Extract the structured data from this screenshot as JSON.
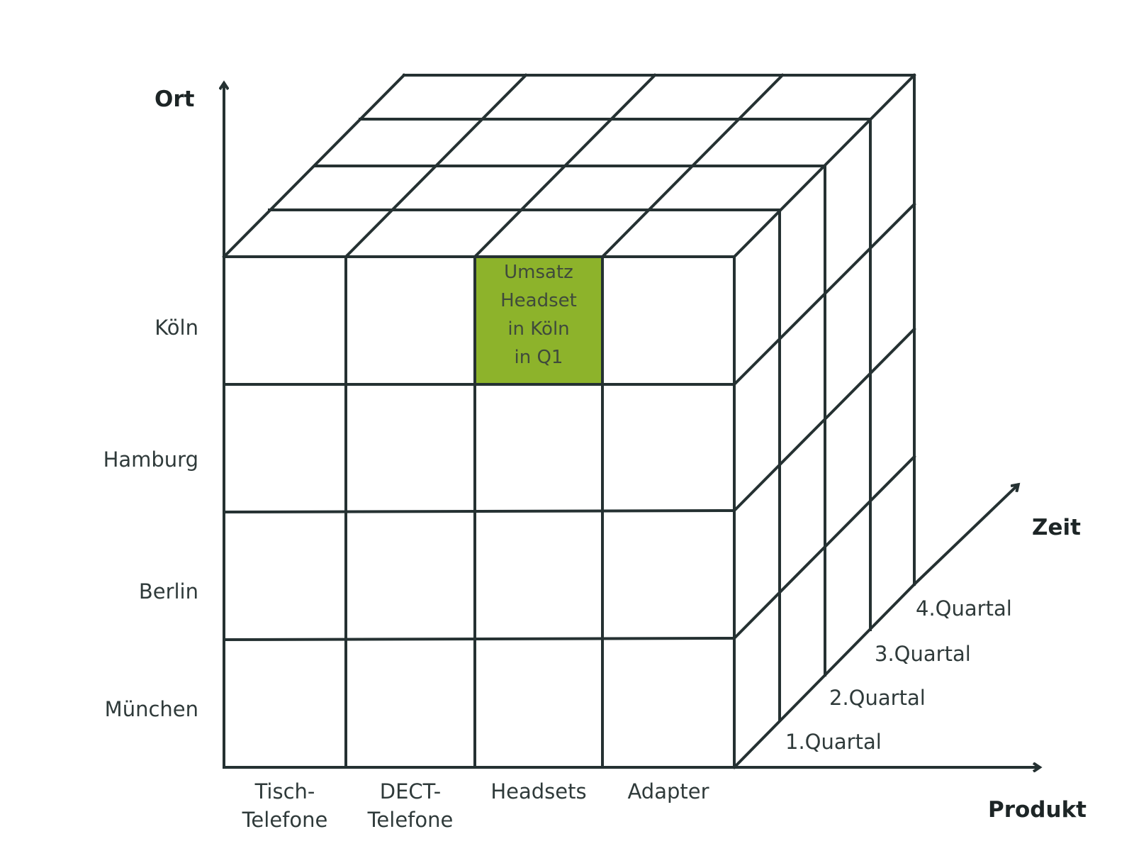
{
  "axes": {
    "vertical_title": "Ort",
    "depth_title": "Zeit",
    "horizontal_title": "Produkt"
  },
  "locations": [
    "Köln",
    "Hamburg",
    "Berlin",
    "München"
  ],
  "products": [
    {
      "line1": "Tisch-",
      "line2": "Telefone"
    },
    {
      "line1": "DECT-",
      "line2": "Telefone"
    },
    {
      "line1": "Headsets",
      "line2": ""
    },
    {
      "line1": "Adapter",
      "line2": ""
    }
  ],
  "quarters": [
    "1.Quartal",
    "2.Quartal",
    "3.Quartal",
    "4.Quartal"
  ],
  "highlight": {
    "lines": [
      "Umsatz",
      "Headset",
      "in Köln",
      "in Q1"
    ],
    "color": "#8db32b"
  },
  "colors": {
    "line": "#253132",
    "text": "#2f3a3a"
  }
}
